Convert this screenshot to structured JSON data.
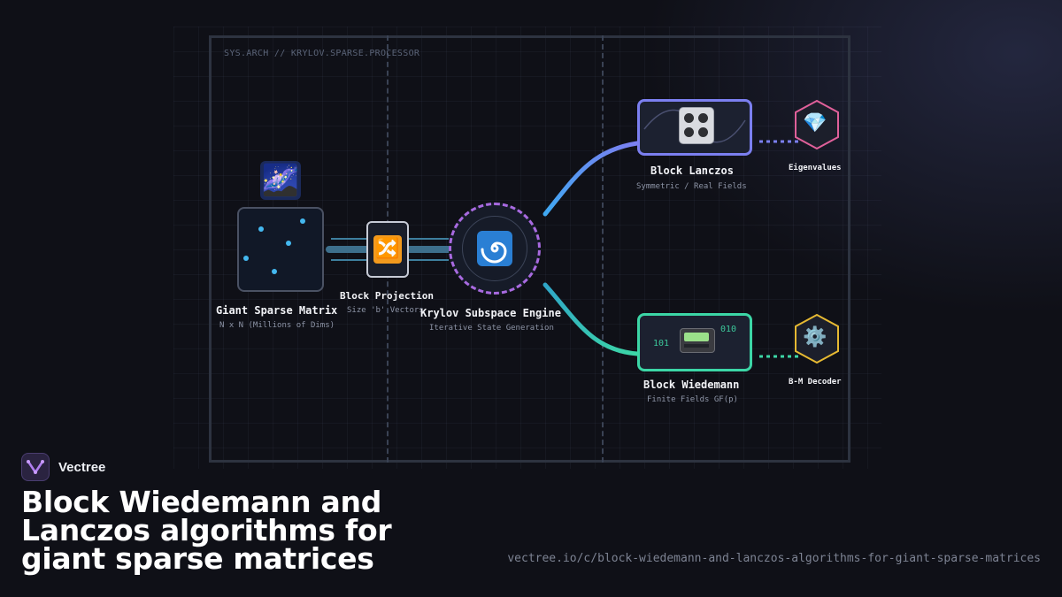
{
  "diagram": {
    "header_label": "SYS.ARCH // KRYLOV.SPARSE.PROCESSOR",
    "nodes": {
      "matrix": {
        "emoji": "🌌",
        "label": "Giant Sparse Matrix",
        "sub": "N x N (Millions of Dims)"
      },
      "projection": {
        "icon": "🔀",
        "label": "Block Projection",
        "sub": "Size 'b' Vectors"
      },
      "engine": {
        "icon": "🌀",
        "label": "Krylov Subspace Engine",
        "sub": "Iterative State Generation"
      },
      "lanczos": {
        "icon": "🎛️",
        "label": "Block Lanczos",
        "sub": "Symmetric / Real Fields"
      },
      "wiedemann": {
        "icon": "📟",
        "label": "Block Wiedemann",
        "sub": "Finite Fields GF(p)",
        "binary_left": "101",
        "binary_right": "010"
      },
      "eigen": {
        "icon": "💎",
        "label": "Eigenvalues"
      },
      "decoder": {
        "icon": "⚙️",
        "label": "B-M Decoder"
      }
    },
    "colors": {
      "lanczos": "#7b7ff0",
      "wiedemann": "#3cd6a6",
      "engine": "#a86ae0",
      "eigen_hex": "#e0609a",
      "decoder_hex": "#e6b932"
    }
  },
  "brand": {
    "name": "Vectree",
    "icon": "vectree-logo"
  },
  "headline": "Block Wiedemann and Lanczos algorithms for giant sparse matrices",
  "url": "vectree.io/c/block-wiedemann-and-lanczos-algorithms-for-giant-sparse-matrices"
}
